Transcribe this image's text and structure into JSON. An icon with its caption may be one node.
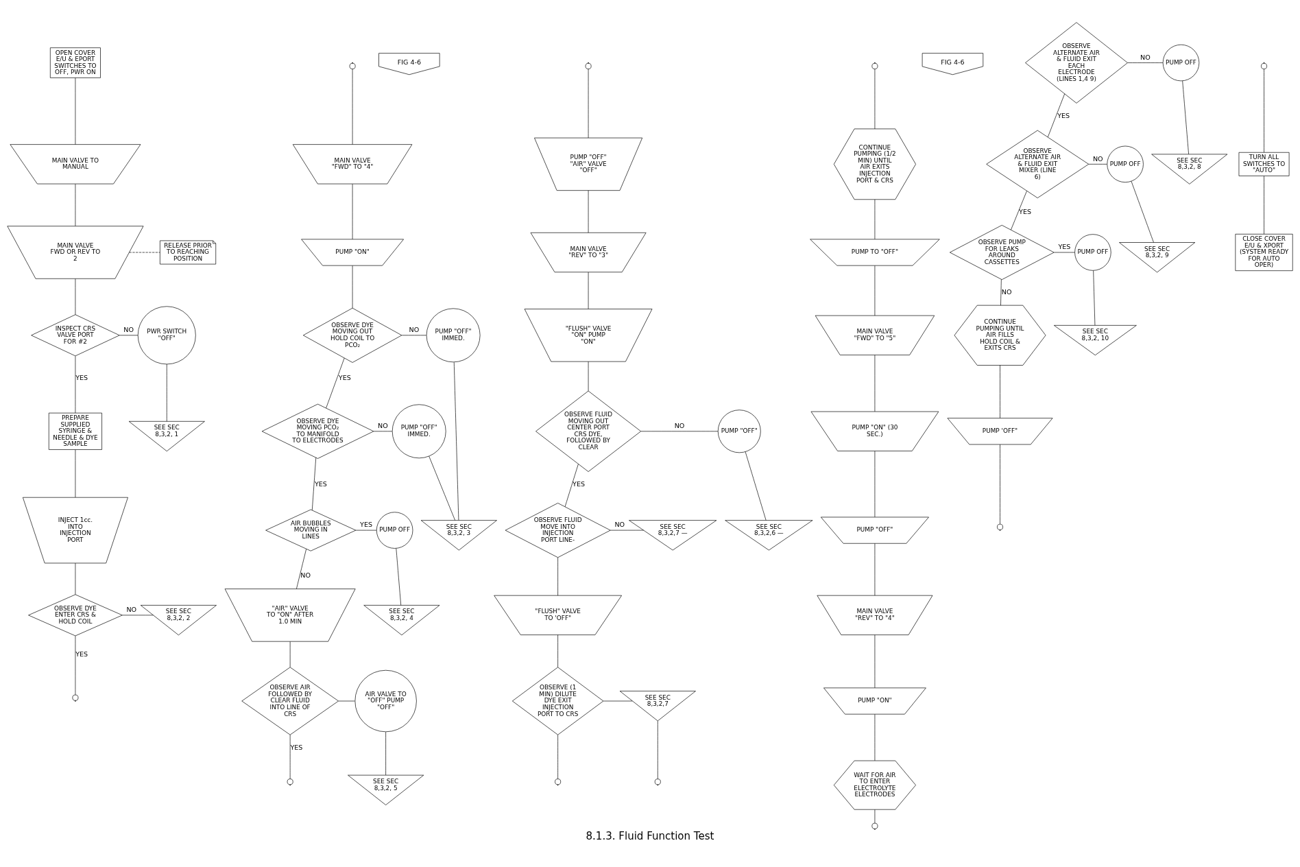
{
  "diagram": {
    "title": "8.1.3. Fluid Function Test",
    "nodes": [
      {
        "text": [
          "OPEN COVER E/U & EPORT SWITCHES TO OFF, PWR ON"
        ]
      },
      {
        "text": [
          "MAIN VALVE TO MANUAL"
        ]
      },
      {
        "text": [
          "MAIN VALVE FWD OR REV TO 2"
        ]
      },
      {
        "text": [
          "RELEASE PRIOR TO REACHING POSITION"
        ]
      },
      {
        "text": [
          "INSPECT CRS VALVE PORT FOR #2"
        ]
      },
      {
        "text": [
          "PWR SWITCH \"OFF\""
        ]
      },
      {
        "text": [
          "SEE SEC 8,3,2, 1"
        ]
      },
      {
        "text": [
          "PREPARE SUPPLIED SYRINGE & NEEDLE & DYE SAMPLE"
        ]
      },
      {
        "text": [
          "INJECT 1cc. INTO INJECTION PORT"
        ]
      },
      {
        "text": [
          "OBSERVE DYE ENTER CRS & HOLD COIL"
        ]
      },
      {
        "text": [
          "SEE SEC 8,3,2, 2"
        ]
      },
      {
        "text": [
          "MAIN VALVE \"FWD\" TO \"4\""
        ]
      },
      {
        "text": [
          "PUMP \"ON\""
        ]
      },
      {
        "text": [
          "OBSERVE DYE MOVING OUT HOLD COIL TO PCO₂"
        ]
      },
      {
        "text": [
          "PUMP \"OFF\" IMMED."
        ]
      },
      {
        "text": [
          "SEE SEC 8,3,2, 3"
        ]
      },
      {
        "text": [
          "OBSERVE DYE MOVING PCO₂ TO MANIFOLD TO ELECTRODES"
        ]
      },
      {
        "text": [
          "PUMP \"OFF\" IMMED."
        ]
      },
      {
        "text": [
          "AIR BUBBLES MOVING IN LINES"
        ]
      },
      {
        "text": [
          "PUMP OFF"
        ]
      },
      {
        "text": [
          "SEE SEC 8,3,2, 4"
        ]
      },
      {
        "text": [
          "\"AIR\" VALVE TO \"ON\" AFTER 1.0 MIN"
        ]
      },
      {
        "text": [
          "OBSERVE AIR FOLLOWED BY CLEAR FLUID INTO LINE OF CRS"
        ]
      },
      {
        "text": [
          "AIR VALVE TO \"OFF\" PUMP \"OFF\""
        ]
      },
      {
        "text": [
          "SEE SEC 8,3,2, 5"
        ]
      },
      {
        "text": [
          "FIG 4-6"
        ]
      },
      {
        "text": [
          "PUMP \"OFF\" \"AIR\" VALVE \"OFF\""
        ]
      },
      {
        "text": [
          "MAIN VALVE \"REV\" TO \"3\""
        ]
      },
      {
        "text": [
          "\"FLUSH\" VALVE \"ON\" PUMP \"ON\""
        ]
      },
      {
        "text": [
          "OBSERVE FLUID MOVING OUT CENTER PORT CRS DYE, FOLLOWED BY CLEAR"
        ]
      },
      {
        "text": [
          "PUMP \"OFF\""
        ]
      },
      {
        "text": [
          "SEE SEC 8,3,2,6 —"
        ]
      },
      {
        "text": [
          "OBSERVE FLUID MOVE INTO INJECTION PORT LINE-"
        ]
      },
      {
        "text": [
          "SEE SEC 8,3,2,7 —"
        ]
      },
      {
        "text": [
          "\"FLUSH\" VALVE TO 'OFF\""
        ]
      },
      {
        "text": [
          "OBSERVE (1 MIN) DILUTE DYE EXIT INJECTION PORT TO CRS"
        ]
      },
      {
        "text": [
          "SEE SEC 8,3,2,7"
        ]
      },
      {
        "text": [
          "CONTINUE PUMPING (1/2 MIN) UNTIL AIR EXITS INJECTION PORT & CRS"
        ]
      },
      {
        "text": [
          "FIG 4-6"
        ]
      },
      {
        "text": [
          "PUMP TO \"OFF\""
        ]
      },
      {
        "text": [
          "MAIN VALVE \"FWD\" TO \"5\""
        ]
      },
      {
        "text": [
          "PUMP \"ON\" (30 SEC.)"
        ]
      },
      {
        "text": [
          "PUMP \"OFF\""
        ]
      },
      {
        "text": [
          "MAIN VALVE \"REV\" TO \"4\""
        ]
      },
      {
        "text": [
          "PUMP \"ON\""
        ]
      },
      {
        "text": [
          "WAIT FOR AIR TO ENTER ELECTROLYTE ELECTRODES"
        ]
      },
      {
        "text": [
          "OBSERVE ALTERNATE AIR & FLUID EXIT EACH ELECTRODE (LINES 1,4 9)"
        ]
      },
      {
        "text": [
          "PUMP OFF"
        ]
      },
      {
        "text": [
          "SEE SEC 8,3,2, 8"
        ]
      },
      {
        "text": [
          "OBSERVE ALTERNATE AIR & FLUID EXIT MIXER (LINE 6)"
        ]
      },
      {
        "text": [
          "PUMP OFF"
        ]
      },
      {
        "text": [
          "SEE SEC 8,3,2, 9"
        ]
      },
      {
        "text": [
          "OBSERVE PUMP FOR LEAKS AROUND CASSETTES"
        ]
      },
      {
        "text": [
          "PUMP OFF"
        ]
      },
      {
        "text": [
          "SEE SEC 8,3,2, 10"
        ]
      },
      {
        "text": [
          "CONTINUE PUMPING UNTIL AIR FILLS HOLD COIL & EXITS CRS"
        ]
      },
      {
        "text": [
          "PUMP 'OFF\""
        ]
      },
      {
        "text": [
          "TURN ALL SWITCHES TO \"AUTO\""
        ]
      },
      {
        "text": [
          "CLOSE COVER E/U & XPORT (SYSTEM READY FOR AUTO OPER)"
        ]
      }
    ],
    "edges": [
      {
        "from": 0,
        "to": 1,
        "arrow": "none"
      },
      {
        "from": 1,
        "to": 2,
        "arrow": "none"
      },
      {
        "from": 2,
        "to": 3,
        "arrow": "none",
        "style": "dashed"
      },
      {
        "from": 2,
        "to": 4,
        "arrow": "none"
      },
      {
        "from": 4,
        "to": 5,
        "arrow": "none",
        "label": "NO"
      },
      {
        "from": 5,
        "to": 6,
        "arrow": "none"
      },
      {
        "from": 4,
        "to": 7,
        "arrow": "none",
        "label": "YES"
      },
      {
        "from": 7,
        "to": 8,
        "arrow": "none"
      },
      {
        "from": 8,
        "to": 9,
        "arrow": "none"
      },
      {
        "from": 9,
        "to": 10,
        "arrow": "none",
        "label": "NO"
      },
      {
        "from": 9,
        "to": null,
        "arrow": "other",
        "label": "YES"
      },
      {
        "from": null,
        "to": 11,
        "arrow": "other"
      },
      {
        "from": 11,
        "to": 12,
        "arrow": "none"
      },
      {
        "from": 12,
        "to": 13,
        "arrow": "none"
      },
      {
        "from": 13,
        "to": 14,
        "arrow": "none",
        "label": "NO"
      },
      {
        "from": 14,
        "to": 15,
        "arrow": "none"
      },
      {
        "from": 13,
        "to": 16,
        "arrow": "none",
        "label": "YES"
      },
      {
        "from": 16,
        "to": 17,
        "arrow": "none",
        "label": "NO"
      },
      {
        "from": 17,
        "to": 15,
        "arrow": "none"
      },
      {
        "from": 16,
        "to": 18,
        "arrow": "none",
        "label": "YES"
      },
      {
        "from": 18,
        "to": 19,
        "arrow": "none",
        "label": "YES"
      },
      {
        "from": 19,
        "to": 20,
        "arrow": "none"
      },
      {
        "from": 18,
        "to": 21,
        "arrow": "none",
        "label": "NO"
      },
      {
        "from": 21,
        "to": 22,
        "arrow": "none"
      },
      {
        "from": 22,
        "to": 23,
        "arrow": "none"
      },
      {
        "from": 23,
        "to": 24,
        "arrow": "none"
      },
      {
        "from": 22,
        "to": null,
        "arrow": "other",
        "label": "YES"
      },
      {
        "from": null,
        "to": 26,
        "arrow": "other"
      },
      {
        "from": 26,
        "to": 27,
        "arrow": "none"
      },
      {
        "from": 27,
        "to": 28,
        "arrow": "none"
      },
      {
        "from": 28,
        "to": 29,
        "arrow": "none"
      },
      {
        "from": 29,
        "to": 30,
        "arrow": "none",
        "label": "NO"
      },
      {
        "from": 30,
        "to": 31,
        "arrow": "none"
      },
      {
        "from": 29,
        "to": 32,
        "arrow": "none",
        "label": "YES"
      },
      {
        "from": 32,
        "to": 33,
        "arrow": "none",
        "label": "NO"
      },
      {
        "from": 32,
        "to": 34,
        "arrow": "none"
      },
      {
        "from": 34,
        "to": 35,
        "arrow": "none"
      },
      {
        "from": 35,
        "to": 36,
        "arrow": "none"
      },
      {
        "from": 36,
        "to": null,
        "arrow": "other"
      },
      {
        "from": 35,
        "to": null,
        "arrow": "other"
      },
      {
        "from": null,
        "to": 37,
        "arrow": "other"
      },
      {
        "from": 37,
        "to": 39,
        "arrow": "none"
      },
      {
        "from": 39,
        "to": 40,
        "arrow": "none"
      },
      {
        "from": 40,
        "to": 41,
        "arrow": "none"
      },
      {
        "from": 41,
        "to": 42,
        "arrow": "none"
      },
      {
        "from": 42,
        "to": 43,
        "arrow": "none"
      },
      {
        "from": 43,
        "to": 44,
        "arrow": "none"
      },
      {
        "from": 44,
        "to": 45,
        "arrow": "none"
      },
      {
        "from": 45,
        "to": null,
        "arrow": "other"
      },
      {
        "from": 46,
        "to": 47,
        "arrow": "none",
        "label": "NO"
      },
      {
        "from": 47,
        "to": 48,
        "arrow": "none"
      },
      {
        "from": 46,
        "to": 49,
        "arrow": "none",
        "label": "YES"
      },
      {
        "from": 49,
        "to": 50,
        "arrow": "none",
        "label": "NO"
      },
      {
        "from": 50,
        "to": 51,
        "arrow": "none"
      },
      {
        "from": 49,
        "to": 52,
        "arrow": "none",
        "label": "YES"
      },
      {
        "from": 52,
        "to": 53,
        "arrow": "none",
        "label": "YES"
      },
      {
        "from": 53,
        "to": 54,
        "arrow": "none"
      },
      {
        "from": 52,
        "to": 55,
        "arrow": "none",
        "label": "NO"
      },
      {
        "from": 55,
        "to": 56,
        "arrow": "none"
      },
      {
        "from": 56,
        "to": null,
        "arrow": "other"
      },
      {
        "from": null,
        "to": 57,
        "arrow": "other"
      },
      {
        "from": 57,
        "to": 58,
        "arrow": "none"
      }
    ]
  }
}
